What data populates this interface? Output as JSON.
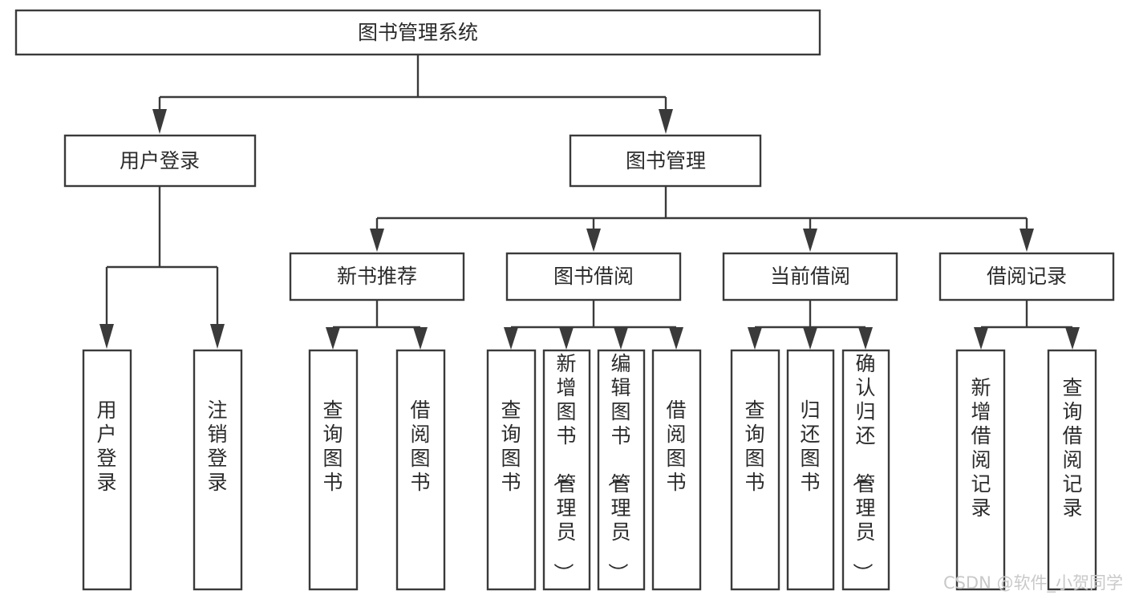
{
  "diagram": {
    "type": "tree-hierarchy-flowchart",
    "title": "图书管理系统",
    "background_color": "#ffffff",
    "box_stroke_color": "#3a3a3a",
    "box_fill_color": "#ffffff",
    "text_color": "#2b2b2b",
    "levels": {
      "level1": {
        "label": "图书管理系统",
        "orientation": "horizontal"
      },
      "level2": [
        {
          "id": "user-login",
          "label": "用户登录",
          "orientation": "horizontal"
        },
        {
          "id": "book-manage",
          "label": "图书管理",
          "orientation": "horizontal"
        }
      ],
      "level3": [
        {
          "id": "new-book-recommend",
          "label": "新书推荐",
          "orientation": "horizontal",
          "parent": "book-manage"
        },
        {
          "id": "book-borrow",
          "label": "图书借阅",
          "orientation": "horizontal",
          "parent": "book-manage"
        },
        {
          "id": "current-borrow",
          "label": "当前借阅",
          "orientation": "horizontal",
          "parent": "book-manage"
        },
        {
          "id": "borrow-record",
          "label": "借阅记录",
          "orientation": "horizontal",
          "parent": "book-manage"
        }
      ],
      "leaves": [
        {
          "id": "leaf-user-login",
          "label": "用户登录",
          "orientation": "vertical",
          "parent": "user-login"
        },
        {
          "id": "leaf-logout-login",
          "label": "注销登录",
          "orientation": "vertical",
          "parent": "user-login"
        },
        {
          "id": "leaf-query-book-1",
          "label": "查询图书",
          "orientation": "vertical",
          "parent": "new-book-recommend"
        },
        {
          "id": "leaf-borrow-book-1",
          "label": "借阅图书",
          "orientation": "vertical",
          "parent": "new-book-recommend"
        },
        {
          "id": "leaf-query-book-2",
          "label": "查询图书",
          "orientation": "vertical",
          "parent": "book-borrow"
        },
        {
          "id": "leaf-add-book",
          "label": "新增图书（管理员）",
          "orientation": "vertical",
          "parent": "book-borrow"
        },
        {
          "id": "leaf-edit-book",
          "label": "编辑图书（管理员）",
          "orientation": "vertical",
          "parent": "book-borrow"
        },
        {
          "id": "leaf-borrow-book-2",
          "label": "借阅图书",
          "orientation": "vertical",
          "parent": "book-borrow"
        },
        {
          "id": "leaf-query-book-3",
          "label": "查询图书",
          "orientation": "vertical",
          "parent": "current-borrow"
        },
        {
          "id": "leaf-return-book",
          "label": "归还图书",
          "orientation": "vertical",
          "parent": "current-borrow"
        },
        {
          "id": "leaf-confirm-return",
          "label": "确认归还（管理员）",
          "orientation": "vertical",
          "parent": "current-borrow"
        },
        {
          "id": "leaf-add-record",
          "label": "新增借阅记录",
          "orientation": "vertical",
          "parent": "borrow-record"
        },
        {
          "id": "leaf-query-record",
          "label": "查询借阅记录",
          "orientation": "vertical",
          "parent": "borrow-record"
        }
      ]
    }
  },
  "watermark": {
    "text": "CSDN @软件_小贺同学",
    "color": "#c9c9c9"
  }
}
